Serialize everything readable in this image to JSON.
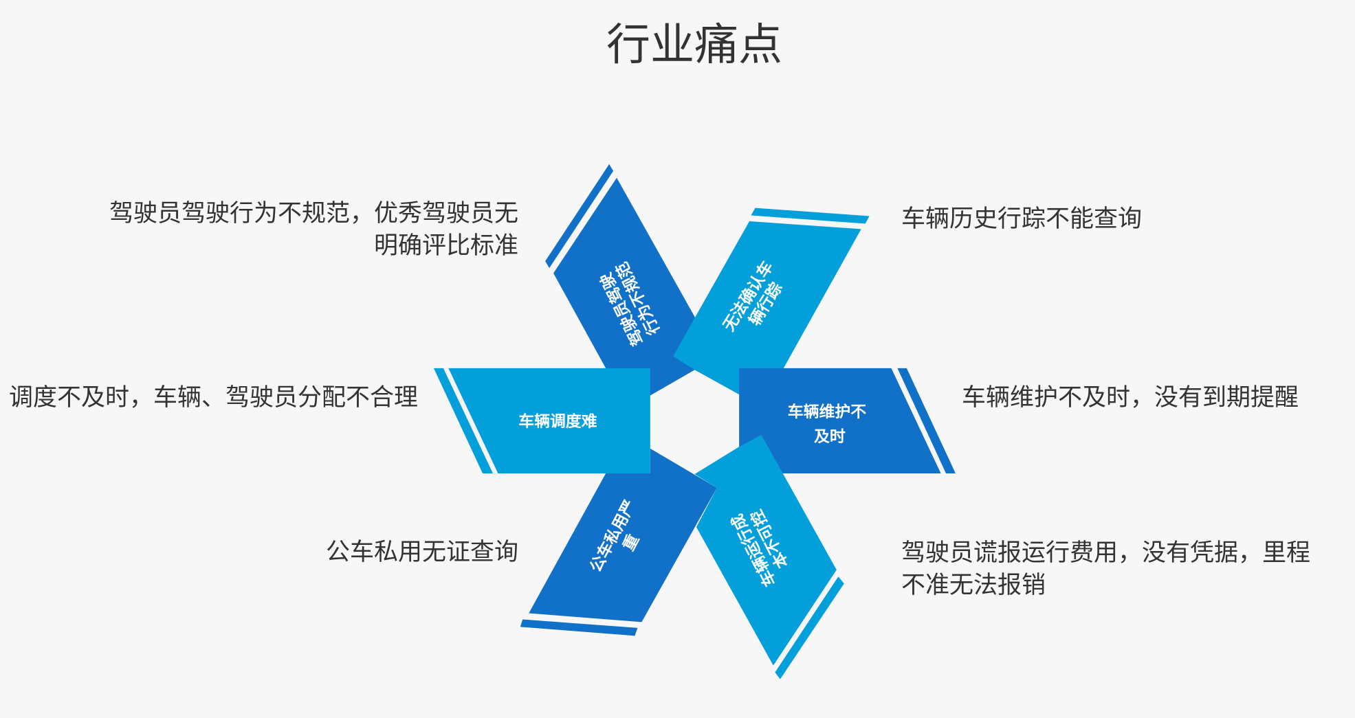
{
  "title": "行业痛点",
  "colors": {
    "dark_blue": "#1170c8",
    "light_blue": "#039fdb",
    "background": "#f7f7f7",
    "text": "#333333"
  },
  "petals": [
    {
      "id": "driver-behavior",
      "lines": [
        "驾驶员驾驶",
        "行为不规范"
      ],
      "description": [
        "驾驶员驾驶行为不规范，优秀驾驶员无",
        "明确评比标准"
      ]
    },
    {
      "id": "track-unknown",
      "lines": [
        "无法确认车",
        "辆行踪"
      ],
      "description": [
        "车辆历史行踪不能查询"
      ]
    },
    {
      "id": "dispatch",
      "lines": [
        "车辆调度难"
      ],
      "description": [
        "调度不及时，车辆、驾驶员分配不合理"
      ]
    },
    {
      "id": "maintenance",
      "lines": [
        "车辆维护不",
        "及时"
      ],
      "description": [
        "车辆维护不及时，没有到期提醒"
      ]
    },
    {
      "id": "private-use",
      "lines": [
        "公车私用严",
        "重"
      ],
      "description": [
        "公车私用无证查询"
      ]
    },
    {
      "id": "cost",
      "lines": [
        "车辆运行成",
        "本不可控"
      ],
      "description": [
        "驾驶员谎报运行费用，没有凭据，里程",
        "不准无法报销"
      ]
    }
  ]
}
